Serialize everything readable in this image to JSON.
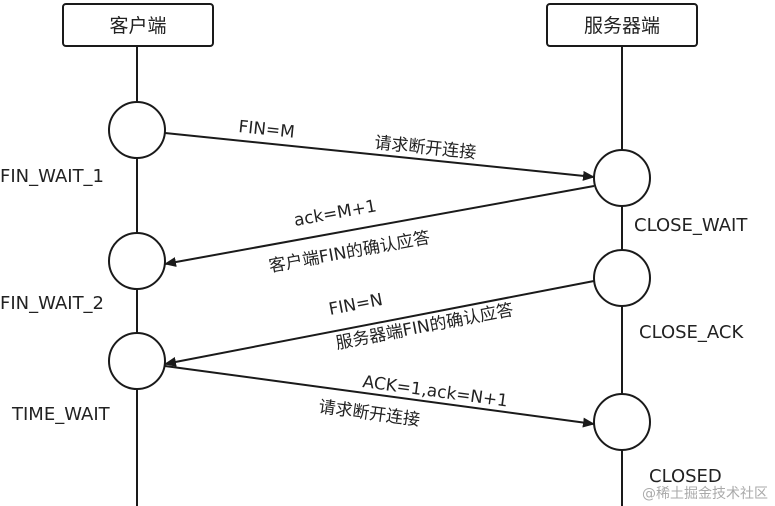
{
  "entities": {
    "client": "客户端",
    "server": "服务器端"
  },
  "states": {
    "fin_wait_1": "FIN_WAIT_1",
    "fin_wait_2": "FIN_WAIT_2",
    "time_wait": "TIME_WAIT",
    "close_wait": "CLOSE_WAIT",
    "close_ack": "CLOSE_ACK",
    "closed": "CLOSED"
  },
  "messages": [
    {
      "label": "FIN=M",
      "note": "请求断开连接"
    },
    {
      "label": "ack=M+1",
      "note": "客户端FIN的确认应答"
    },
    {
      "label": "FIN=N",
      "note": "服务器端FIN的确认应答"
    },
    {
      "label": "ACK=1,ack=N+1",
      "note": "请求断开连接"
    }
  ],
  "watermark": "@稀土掘金技术社区"
}
